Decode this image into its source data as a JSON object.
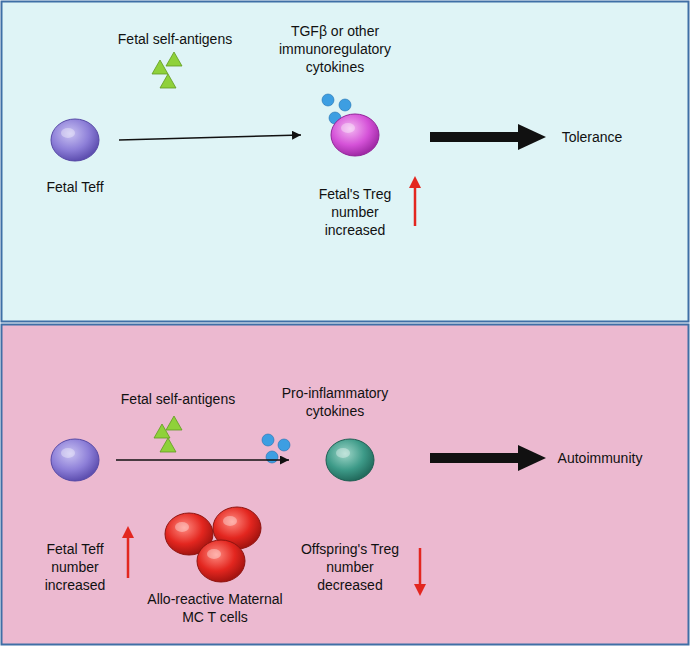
{
  "diagram": {
    "nodes": [
      {
        "text": [
          "Fetal Teff"
        ]
      },
      {
        "text": [
          "Fetal's Treg number increased"
        ]
      },
      {
        "text": [
          "Fetal Teff number increased"
        ]
      },
      {
        "text": [
          "Offspring's Treg number decreased"
        ]
      },
      {
        "text": [
          "Allo-reactive Maternal MC T cells"
        ]
      }
    ],
    "edges": [
      {
        "from": 0,
        "to": 1,
        "arrow": "to"
      },
      {
        "from": 2,
        "to": 3,
        "arrow": "to"
      }
    ],
    "labels": [
      "Fetal self-antigens",
      "TGFβ or other immunoregulatory cytokines",
      "Tolerance",
      "Fetal self-antigens",
      "Pro-inflammatory cytokines",
      "Autoimmunity"
    ]
  }
}
